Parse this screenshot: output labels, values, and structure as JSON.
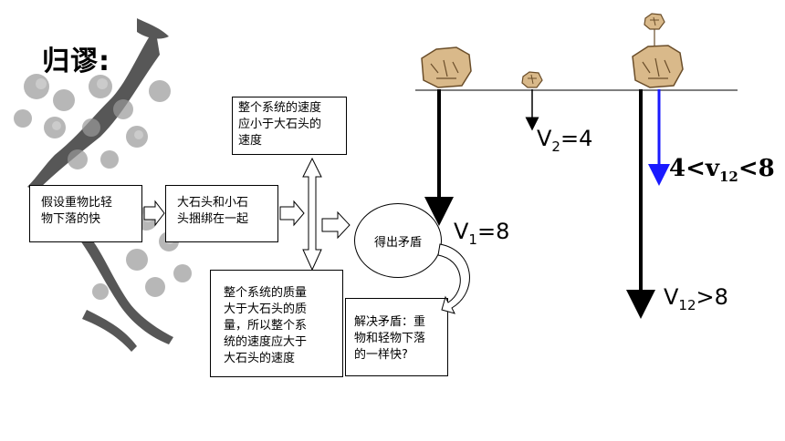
{
  "title": "归谬:",
  "boxes": {
    "assume": "假设重物比轻\n物下落的快",
    "tie": "大石头和小石\n头捆绑在一起",
    "speed_less": "整个系统的速度\n应小于大石头的\n速度",
    "mass_greater": "整个系统的质量\n大于大石头的质\n量，所以整个系\n统的速度应大于\n大石头的速度",
    "contradiction": "得出矛盾",
    "resolve": "解决矛盾：重\n物和轻物下落\n的一样快?"
  },
  "velocities": {
    "v1": {
      "symbol": "V",
      "sub": "1",
      "value": "=8"
    },
    "v2": {
      "symbol": "V",
      "sub": "2",
      "value": "=4"
    },
    "v12_gt": {
      "symbol": "V",
      "sub": "12",
      "value": ">8"
    },
    "v12_range": {
      "prefix": "4<v",
      "sub": "12",
      "suffix": "<8"
    }
  },
  "colors": {
    "blue_arrow": "#1a1aff",
    "line": "#000000",
    "rock": "#d9b98a"
  }
}
